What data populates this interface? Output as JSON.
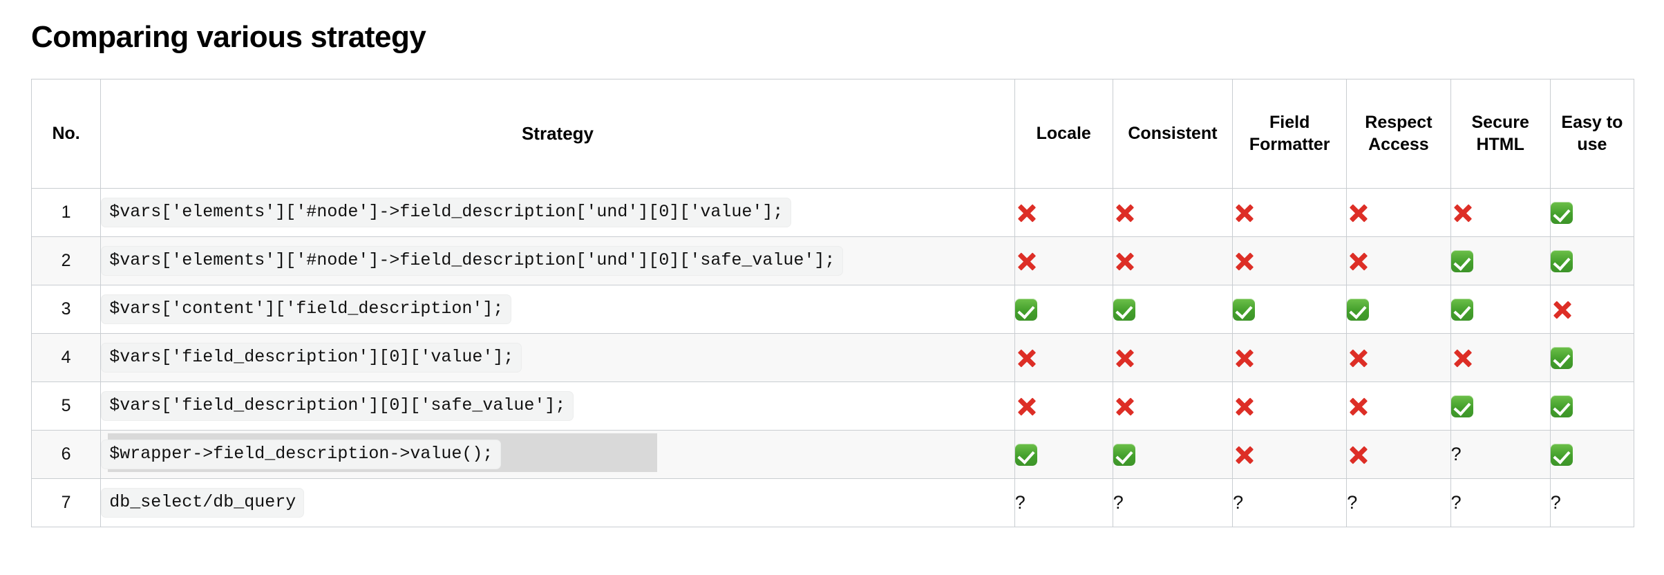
{
  "page": {
    "title": "Comparing various strategy"
  },
  "table": {
    "columns": [
      {
        "key": "no",
        "label": "No."
      },
      {
        "key": "strategy",
        "label": "Strategy"
      },
      {
        "key": "locale",
        "label": "Locale"
      },
      {
        "key": "consistent",
        "label": "Consistent"
      },
      {
        "key": "field_formatter",
        "label": "Field Formatter"
      },
      {
        "key": "respect_access",
        "label": "Respect Access"
      },
      {
        "key": "secure_html",
        "label": "Secure HTML"
      },
      {
        "key": "easy_to_use",
        "label": "Easy to use"
      }
    ],
    "rows": [
      {
        "no": "1",
        "strategy": "$vars['elements']['#node']->field_description['und'][0]['value'];",
        "highlighted": false,
        "marks": [
          "cross",
          "cross",
          "cross",
          "cross",
          "cross",
          "check"
        ]
      },
      {
        "no": "2",
        "strategy": "$vars['elements']['#node']->field_description['und'][0]['safe_value'];",
        "highlighted": false,
        "marks": [
          "cross",
          "cross",
          "cross",
          "cross",
          "check",
          "check"
        ]
      },
      {
        "no": "3",
        "strategy": "$vars['content']['field_description'];",
        "highlighted": false,
        "marks": [
          "check",
          "check",
          "check",
          "check",
          "check",
          "cross"
        ]
      },
      {
        "no": "4",
        "strategy": "$vars['field_description'][0]['value'];",
        "highlighted": false,
        "marks": [
          "cross",
          "cross",
          "cross",
          "cross",
          "cross",
          "check"
        ]
      },
      {
        "no": "5",
        "strategy": "$vars['field_description'][0]['safe_value'];",
        "highlighted": false,
        "marks": [
          "cross",
          "cross",
          "cross",
          "cross",
          "check",
          "check"
        ]
      },
      {
        "no": "6",
        "strategy": "$wrapper->field_description->value();",
        "highlighted": true,
        "marks": [
          "check",
          "check",
          "cross",
          "cross",
          "unknown",
          "check"
        ]
      },
      {
        "no": "7",
        "strategy": "db_select/db_query",
        "highlighted": false,
        "marks": [
          "unknown",
          "unknown",
          "unknown",
          "unknown",
          "unknown",
          "unknown"
        ]
      }
    ],
    "mark_glyphs": {
      "cross": "cross-mark-icon",
      "check": "check-mark-icon",
      "unknown": "?"
    },
    "colors": {
      "cross": "#dd2e26",
      "check": "#44a02c",
      "border": "#c9cdd1",
      "zebra": "#f8f8f8",
      "code_chip_bg": "#f3f4f4",
      "selection_highlight": "#d9d9d9"
    }
  }
}
